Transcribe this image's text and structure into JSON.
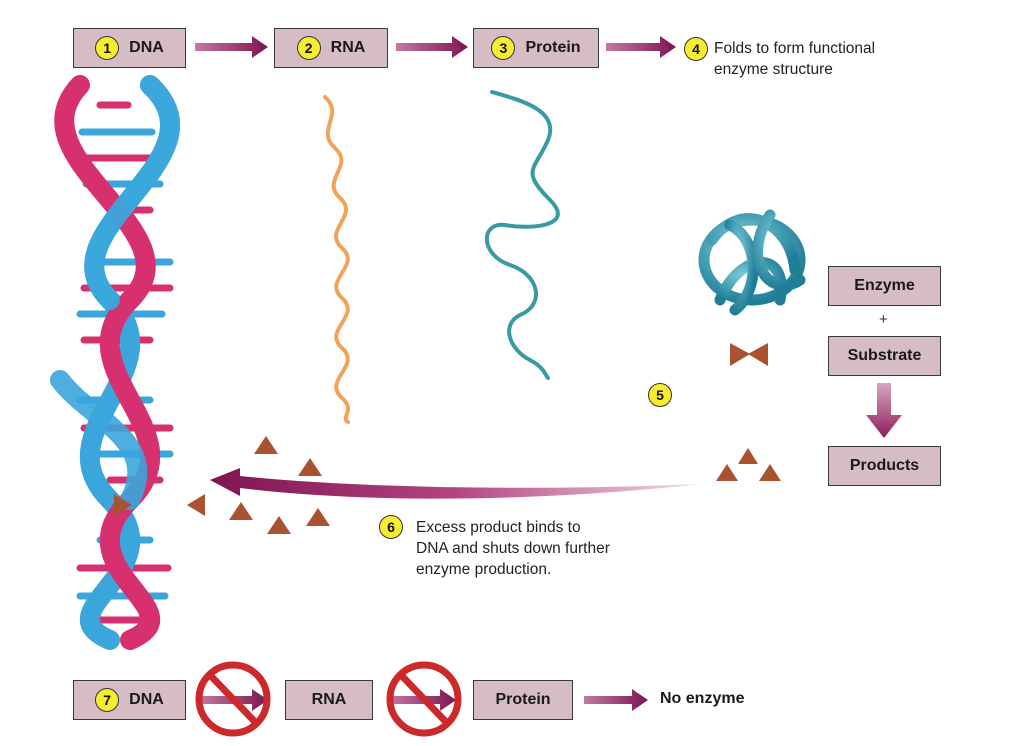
{
  "flow": {
    "dna": {
      "step": "1",
      "label": "DNA"
    },
    "rna": {
      "step": "2",
      "label": "RNA"
    },
    "protein": {
      "step": "3",
      "label": "Protein"
    },
    "folds": {
      "step": "4",
      "line1": "Folds to form functional",
      "line2": "enzyme structure"
    }
  },
  "reaction": {
    "enzyme": "Enzyme",
    "plus": "+",
    "substrate": "Substrate",
    "products": "Products",
    "step": "5"
  },
  "feedback": {
    "step": "6",
    "line1": "Excess product binds to",
    "line2": "DNA and shuts down further",
    "line3": "enzyme production."
  },
  "blocked": {
    "step": "7",
    "dna": "DNA",
    "rna": "RNA",
    "protein": "Protein",
    "result": "No enzyme"
  },
  "colors": {
    "box_fill": "#d6bcc4",
    "arrow": "#8c1c5a",
    "badge": "#f7ec30",
    "dna_blue": "#3aa6dc",
    "dna_pink": "#d6306f",
    "rna": "#f0a35a",
    "protein": "#3a9aa3",
    "product": "#a85230",
    "no_sign": "#cc2a2a"
  }
}
